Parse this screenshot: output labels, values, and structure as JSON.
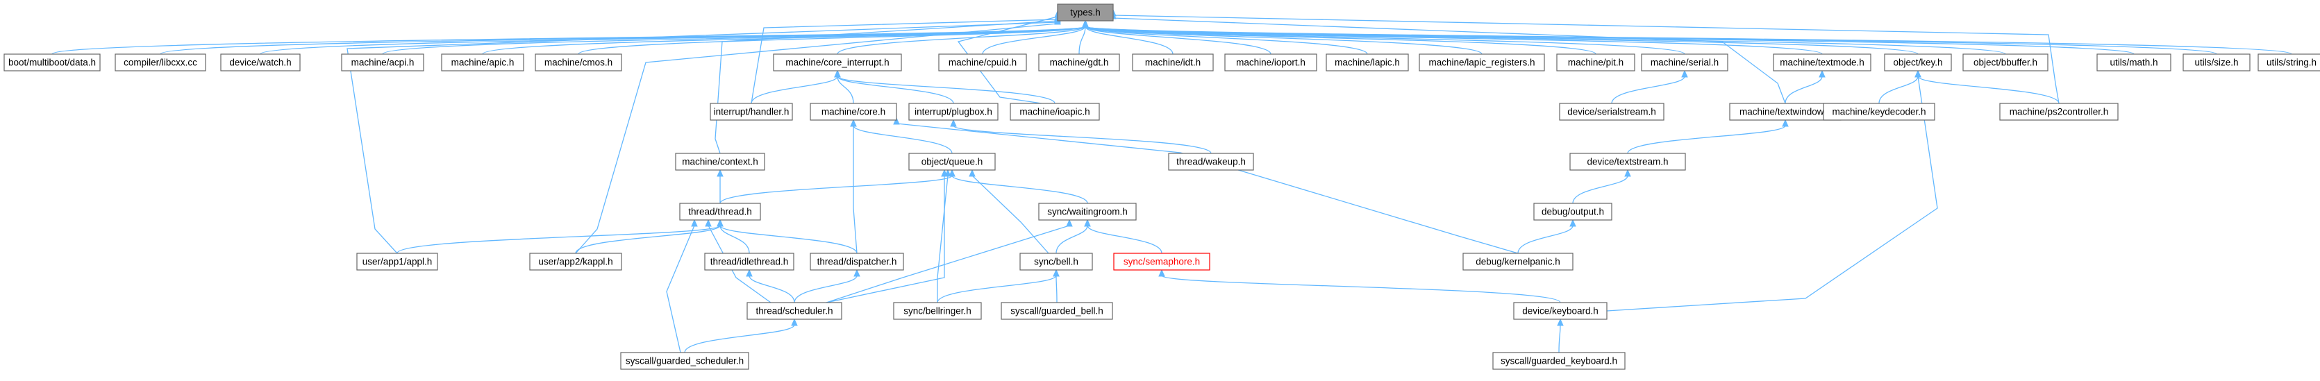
{
  "graph": {
    "colors": {
      "edge": "#63b8ff",
      "node_border": "#666666",
      "root_fill": "#999999",
      "incomplete_border": "#ff0000"
    },
    "nodes": {
      "types": {
        "label": "types.h",
        "root": true
      },
      "multiboot": {
        "label": "boot/multiboot/data.h"
      },
      "libcxx": {
        "label": "compiler/libcxx.cc"
      },
      "watch": {
        "label": "device/watch.h"
      },
      "acpi": {
        "label": "machine/acpi.h"
      },
      "apic": {
        "label": "machine/apic.h"
      },
      "cmos": {
        "label": "machine/cmos.h"
      },
      "core_interrupt": {
        "label": "machine/core_interrupt.h"
      },
      "cpuid": {
        "label": "machine/cpuid.h"
      },
      "gdt": {
        "label": "machine/gdt.h"
      },
      "idt": {
        "label": "machine/idt.h"
      },
      "ioport": {
        "label": "machine/ioport.h"
      },
      "lapic": {
        "label": "machine/lapic.h"
      },
      "lapic_registers": {
        "label": "machine/lapic_registers.h"
      },
      "pit": {
        "label": "machine/pit.h"
      },
      "serial": {
        "label": "machine/serial.h"
      },
      "textmode": {
        "label": "machine/textmode.h"
      },
      "key": {
        "label": "object/key.h"
      },
      "bbuffer": {
        "label": "object/bbuffer.h"
      },
      "math": {
        "label": "utils/math.h"
      },
      "size": {
        "label": "utils/size.h"
      },
      "string": {
        "label": "utils/string.h"
      },
      "handler": {
        "label": "interrupt/handler.h"
      },
      "core": {
        "label": "machine/core.h"
      },
      "plugbox": {
        "label": "interrupt/plugbox.h"
      },
      "ioapic": {
        "label": "machine/ioapic.h"
      },
      "serialstream": {
        "label": "device/serialstream.h"
      },
      "textwindow": {
        "label": "machine/textwindow.h"
      },
      "keydecoder": {
        "label": "machine/keydecoder.h"
      },
      "ps2controller": {
        "label": "machine/ps2controller.h"
      },
      "wakeup": {
        "label": "thread/wakeup.h"
      },
      "context": {
        "label": "machine/context.h"
      },
      "queue": {
        "label": "object/queue.h"
      },
      "textstream": {
        "label": "device/textstream.h"
      },
      "thread": {
        "label": "thread/thread.h"
      },
      "waitingroom": {
        "label": "sync/waitingroom.h"
      },
      "output": {
        "label": "debug/output.h"
      },
      "app1": {
        "label": "user/app1/appl.h"
      },
      "app2": {
        "label": "user/app2/kappl.h"
      },
      "idlethread": {
        "label": "thread/idlethread.h"
      },
      "dispatcher": {
        "label": "thread/dispatcher.h"
      },
      "bell": {
        "label": "sync/bell.h"
      },
      "semaphore": {
        "label": "sync/semaphore.h",
        "incomplete": true
      },
      "kernelpanic": {
        "label": "debug/kernelpanic.h"
      },
      "scheduler": {
        "label": "thread/scheduler.h"
      },
      "bellringer": {
        "label": "sync/bellringer.h"
      },
      "guarded_bell": {
        "label": "syscall/guarded_bell.h"
      },
      "keyboard": {
        "label": "device/keyboard.h"
      },
      "guarded_scheduler": {
        "label": "syscall/guarded_scheduler.h"
      },
      "guarded_keyboard": {
        "label": "syscall/guarded_keyboard.h"
      }
    }
  }
}
